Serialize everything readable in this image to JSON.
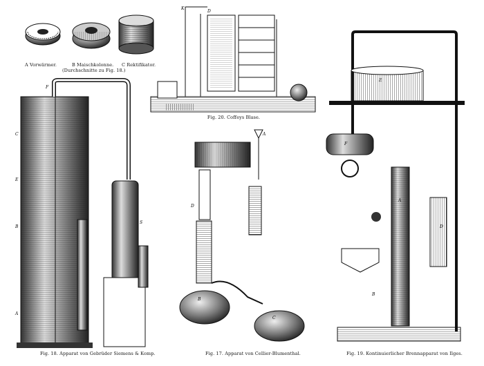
{
  "sections": {
    "top_left": {
      "labels": [
        "A Vorwärmer.",
        "B Maischkolonne.",
        "(Durchschnitte zu Fig. 18.)",
        "C Rektifikator."
      ]
    },
    "coffey": {
      "caption": "Fig. 20.  Coffeys Blase."
    },
    "siemens": {
      "caption": "Fig. 18.  Apparat von Gebrüder Siemens & Komp."
    },
    "cellier": {
      "caption": "Fig. 17.  Apparat von Cellier-Blumenthal."
    },
    "ilges": {
      "caption": "Fig. 19.  Kontinuierlicher Brennapparat von Ilges."
    }
  },
  "colors": {
    "ink": "#1a1a1a",
    "paper": "#ffffff",
    "shade": "#6b6b6b"
  }
}
